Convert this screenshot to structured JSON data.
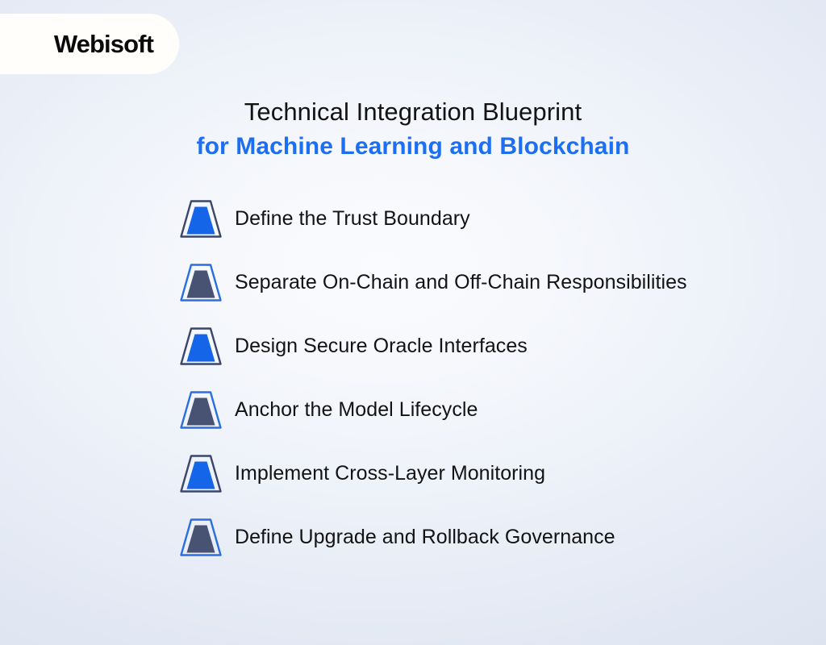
{
  "brand": {
    "logo_text": "Webisoft"
  },
  "title": {
    "line1": "Technical Integration Blueprint",
    "line2": "for Machine Learning and Blockchain"
  },
  "colors": {
    "accent_blue": "#1c6ef2",
    "icon_fill_blue": "#1565e8",
    "icon_fill_slate": "#485373",
    "icon_stroke_navy": "#3b4668",
    "icon_stroke_blue": "#2a6fdd",
    "text_dark": "#131313",
    "background_light": "#fafbfe",
    "background_edge": "#d3dcec"
  },
  "list": {
    "items": [
      {
        "label": "Define the Trust Boundary",
        "icon": "trapezoid-icon",
        "variant": "blue-fill"
      },
      {
        "label": "Separate On-Chain and Off-Chain Responsibilities",
        "icon": "trapezoid-icon",
        "variant": "slate-fill"
      },
      {
        "label": "Design Secure Oracle Interfaces",
        "icon": "trapezoid-icon",
        "variant": "blue-fill"
      },
      {
        "label": "Anchor the Model Lifecycle",
        "icon": "trapezoid-icon",
        "variant": "slate-fill"
      },
      {
        "label": "Implement Cross-Layer Monitoring",
        "icon": "trapezoid-icon",
        "variant": "blue-fill"
      },
      {
        "label": "Define Upgrade and Rollback Governance",
        "icon": "trapezoid-icon",
        "variant": "slate-fill"
      }
    ]
  }
}
